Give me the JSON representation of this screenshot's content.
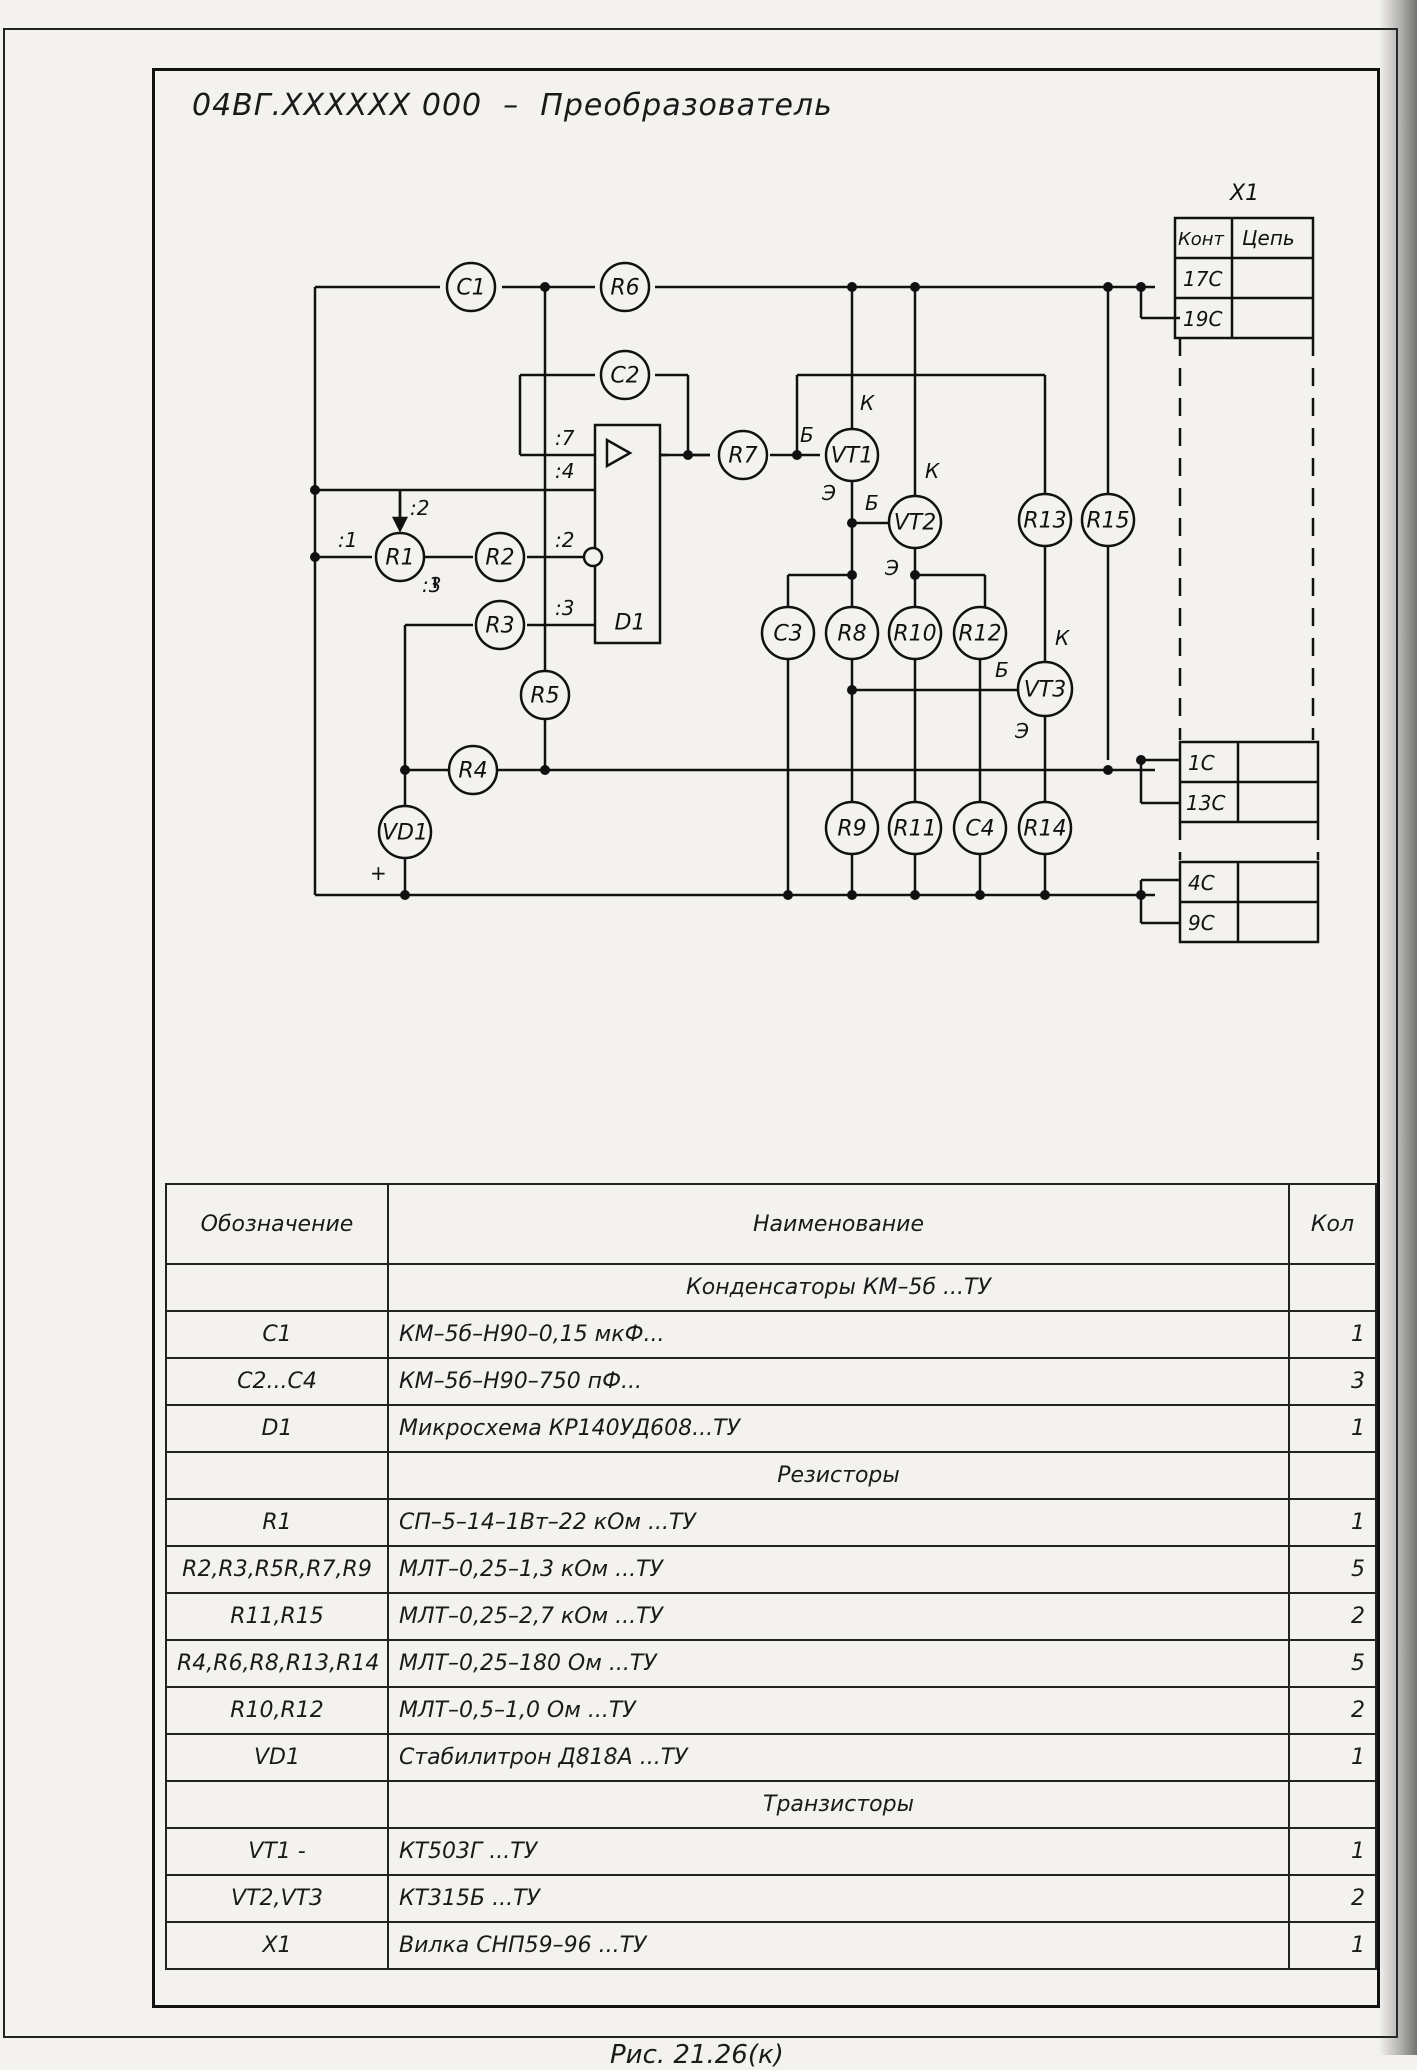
{
  "title": "04ВГ.XXXXXX 000  –  Преобразователь",
  "connector": {
    "name": "X1",
    "header_contact": "Конт",
    "header_circuit": "Цепь",
    "top_pins": [
      "17С",
      "19С"
    ],
    "mid_pins": [
      "1С",
      "13С"
    ],
    "bottom_pins": [
      "4С",
      "9С"
    ]
  },
  "components": {
    "c1": "C1",
    "c2": "C2",
    "c3": "C3",
    "c4": "C4",
    "r1": "R1",
    "r2": "R2",
    "r3": "R3",
    "r4": "R4",
    "r5": "R5",
    "r6": "R6",
    "r7": "R7",
    "r8": "R8",
    "r9": "R9",
    "r10": "R10",
    "r11": "R11",
    "r12": "R12",
    "r13": "R13",
    "r14": "R14",
    "r15": "R15",
    "vt1": "VT1",
    "vt2": "VT2",
    "vt3": "VT3",
    "vd1": "VD1",
    "d1": "D1"
  },
  "pin_labels": {
    "d1_pin7": ":7",
    "d1_pin4": ":4",
    "d1_pin2": ":2",
    "d1_pin3": ":3",
    "r1_pin1": ":1",
    "r1_pin2": ":2",
    "r1_pin3": ":3",
    "collector": "К",
    "base": "Б",
    "emitter": "Э",
    "plus": "+"
  },
  "bom": {
    "headers": {
      "designation": "Обозначение",
      "name": "Наименование",
      "qty": "Кол"
    },
    "rows": [
      {
        "des": "",
        "name": "Конденсаторы  КМ–5б  ...ТУ",
        "qty": "",
        "section": true
      },
      {
        "des": "C1",
        "name": "КМ–5б–Н90–0,15  мкФ...",
        "qty": "1"
      },
      {
        "des": "C2...C4",
        "name": "КМ–5б–Н90–750  пФ...",
        "qty": "3"
      },
      {
        "des": "D1",
        "name": "Микросхема  КР140УД608...ТУ",
        "qty": "1"
      },
      {
        "des": "",
        "name": "Резисторы",
        "qty": "",
        "section": true
      },
      {
        "des": "R1",
        "name": "СП–5–14–1Вт–22  кОм  ...ТУ",
        "qty": "1"
      },
      {
        "des": "R2,R3,R5R,R7,R9",
        "name": "МЛТ–0,25–1,3  кОм  ...ТУ",
        "qty": "5"
      },
      {
        "des": "R11,R15",
        "name": "МЛТ–0,25–2,7  кОм  ...ТУ",
        "qty": "2"
      },
      {
        "des": "R4,R6,R8,R13,R14",
        "name": "МЛТ–0,25–180  Ом  ...ТУ",
        "qty": "5"
      },
      {
        "des": "R10,R12",
        "name": "МЛТ–0,5–1,0  Ом  ...ТУ",
        "qty": "2"
      },
      {
        "des": "VD1",
        "name": "Стабилитрон  Д818А  ...ТУ",
        "qty": "1"
      },
      {
        "des": "",
        "name": "Транзисторы",
        "qty": "",
        "section": true
      },
      {
        "des": "VT1  -",
        "name": "КТ503Г  ...ТУ",
        "qty": "1"
      },
      {
        "des": "VT2,VT3",
        "name": "КТ315Б  ...ТУ",
        "qty": "2"
      },
      {
        "des": "X1",
        "name": "Вилка  СНП59–96  ...ТУ",
        "qty": "1"
      }
    ]
  },
  "footer": "Рис. 21.26(к)"
}
